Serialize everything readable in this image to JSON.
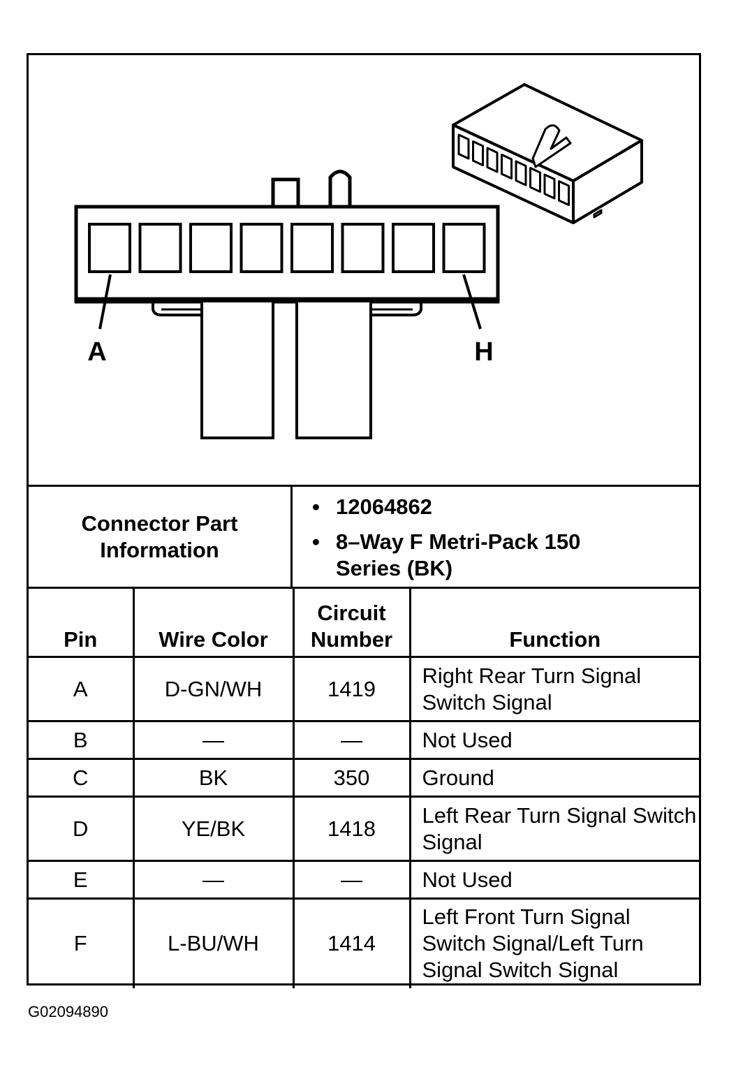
{
  "diagram": {
    "label_left": "A",
    "label_right": "H",
    "cavity_count": 8
  },
  "part_info": {
    "label": "Connector Part Information",
    "bullets": [
      "12064862",
      "8–Way F Metri-Pack 150 Series (BK)"
    ]
  },
  "table": {
    "headers": [
      "Pin",
      "Wire Color",
      "Circuit Number",
      "Function"
    ],
    "rows": [
      {
        "pin": "A",
        "wire": "D-GN/WH",
        "circuit": "1419",
        "function": "Right Rear Turn Signal Switch Signal"
      },
      {
        "pin": "B",
        "wire": "—",
        "circuit": "—",
        "function": "Not Used"
      },
      {
        "pin": "C",
        "wire": "BK",
        "circuit": "350",
        "function": "Ground"
      },
      {
        "pin": "D",
        "wire": "YE/BK",
        "circuit": "1418",
        "function": "Left Rear Turn Signal Switch Signal"
      },
      {
        "pin": "E",
        "wire": "—",
        "circuit": "—",
        "function": "Not Used"
      },
      {
        "pin": "F",
        "wire": "L-BU/WH",
        "circuit": "1414",
        "function": "Left Front Turn Signal Switch Signal/Left Turn Signal Switch Signal"
      }
    ]
  },
  "figure_id": "G02094890"
}
